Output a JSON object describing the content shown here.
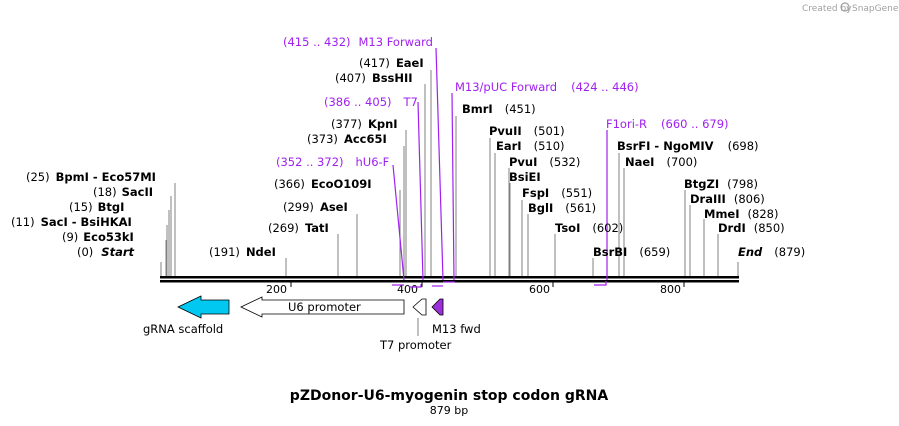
{
  "credit": {
    "prefix": "Created by",
    "brand": "SnapGene"
  },
  "title": "pZDonor-U6-myogenin stop codon gRNA",
  "subtitle": "879 bp",
  "sequence_length": 879,
  "sites": [
    {
      "pos": "(0)",
      "name": "Start",
      "italic": true,
      "bp": 0
    },
    {
      "pos": "(9)",
      "name": "Eco53kI",
      "bp": 9
    },
    {
      "pos": "(11)",
      "name": "SacI  - BsiHKAI",
      "bp": 11
    },
    {
      "pos": "(15)",
      "name": "BtgI",
      "bp": 15
    },
    {
      "pos": "(18)",
      "name": "SacII",
      "bp": 18
    },
    {
      "pos": "(25)",
      "name": "BpmI  - Eco57MI",
      "bp": 25
    },
    {
      "pos": "(191)",
      "name": "NdeI",
      "bp": 191
    },
    {
      "pos": "(269)",
      "name": "TatI",
      "bp": 269
    },
    {
      "pos": "(299)",
      "name": "AseI",
      "bp": 299
    },
    {
      "pos": "(366)",
      "name": "EcoO109I",
      "bp": 366
    },
    {
      "pos": "(373)",
      "name": "Acc65I",
      "bp": 373
    },
    {
      "pos": "(377)",
      "name": "KpnI",
      "bp": 377
    },
    {
      "pos": "(407)",
      "name": "BssHII",
      "bp": 407
    },
    {
      "pos": "(417)",
      "name": "EaeI",
      "bp": 417
    },
    {
      "name": "BmrI",
      "pos": "(451)",
      "after": true,
      "bp": 451
    },
    {
      "name": "PvuII",
      "pos": "(501)",
      "after": true,
      "bp": 501
    },
    {
      "name": "EarI",
      "pos": "(510)",
      "after": true,
      "bp": 510
    },
    {
      "name": "PvuI",
      "pos": "(532)",
      "after": true,
      "bp": 532
    },
    {
      "name": "BsiEI",
      "pos": "",
      "after": true,
      "bp": 532
    },
    {
      "name": "FspI",
      "pos": "(551)",
      "after": true,
      "bp": 551
    },
    {
      "name": "BglI",
      "pos": "(561)",
      "after": true,
      "bp": 561
    },
    {
      "name": "TsoI",
      "pos": "(602)",
      "after": true,
      "bp": 602
    },
    {
      "name": "BsrBI",
      "pos": "(659)",
      "after": true,
      "bp": 659
    },
    {
      "name": "BsrFI  - NgoMIV",
      "pos": "(698)",
      "after": true,
      "bp": 698
    },
    {
      "name": "NaeI",
      "pos": "(700)",
      "after": true,
      "bp": 700
    },
    {
      "name": "BtgZI",
      "pos": "(798)",
      "after": true,
      "bp": 798
    },
    {
      "name": "DraIII",
      "pos": "(806)",
      "after": true,
      "bp": 806
    },
    {
      "name": "MmeI",
      "pos": "(828)",
      "after": true,
      "bp": 828
    },
    {
      "name": "DrdI",
      "pos": "(850)",
      "after": true,
      "bp": 850
    },
    {
      "name": "End",
      "pos": "(879)",
      "after": true,
      "italic": true,
      "bp": 879
    }
  ],
  "primers": [
    {
      "range": "(415 .. 432)",
      "name": "M13 Forward"
    },
    {
      "name": "M13/pUC Forward",
      "range": "(424 .. 446)"
    },
    {
      "range": "(386 .. 405)",
      "name": "T7"
    },
    {
      "name": "F1ori-R",
      "range": "(660 .. 679)"
    },
    {
      "range": "(352 .. 372)",
      "name": "hU6-F"
    }
  ],
  "ticks": [
    "200",
    "400",
    "600",
    "800"
  ],
  "features": [
    {
      "name": "gRNA scaffold",
      "color": "#00c8f0",
      "direction": "left"
    },
    {
      "name": "U6 promoter",
      "color": "#ffffff",
      "direction": "left"
    },
    {
      "name": "T7 promoter",
      "color": "#ffffff",
      "direction": "left"
    },
    {
      "name": "M13 fwd",
      "color": "#9b30d9",
      "direction": "left"
    }
  ],
  "colors": {
    "primer": "#a020f0",
    "backbone": "#000000"
  }
}
